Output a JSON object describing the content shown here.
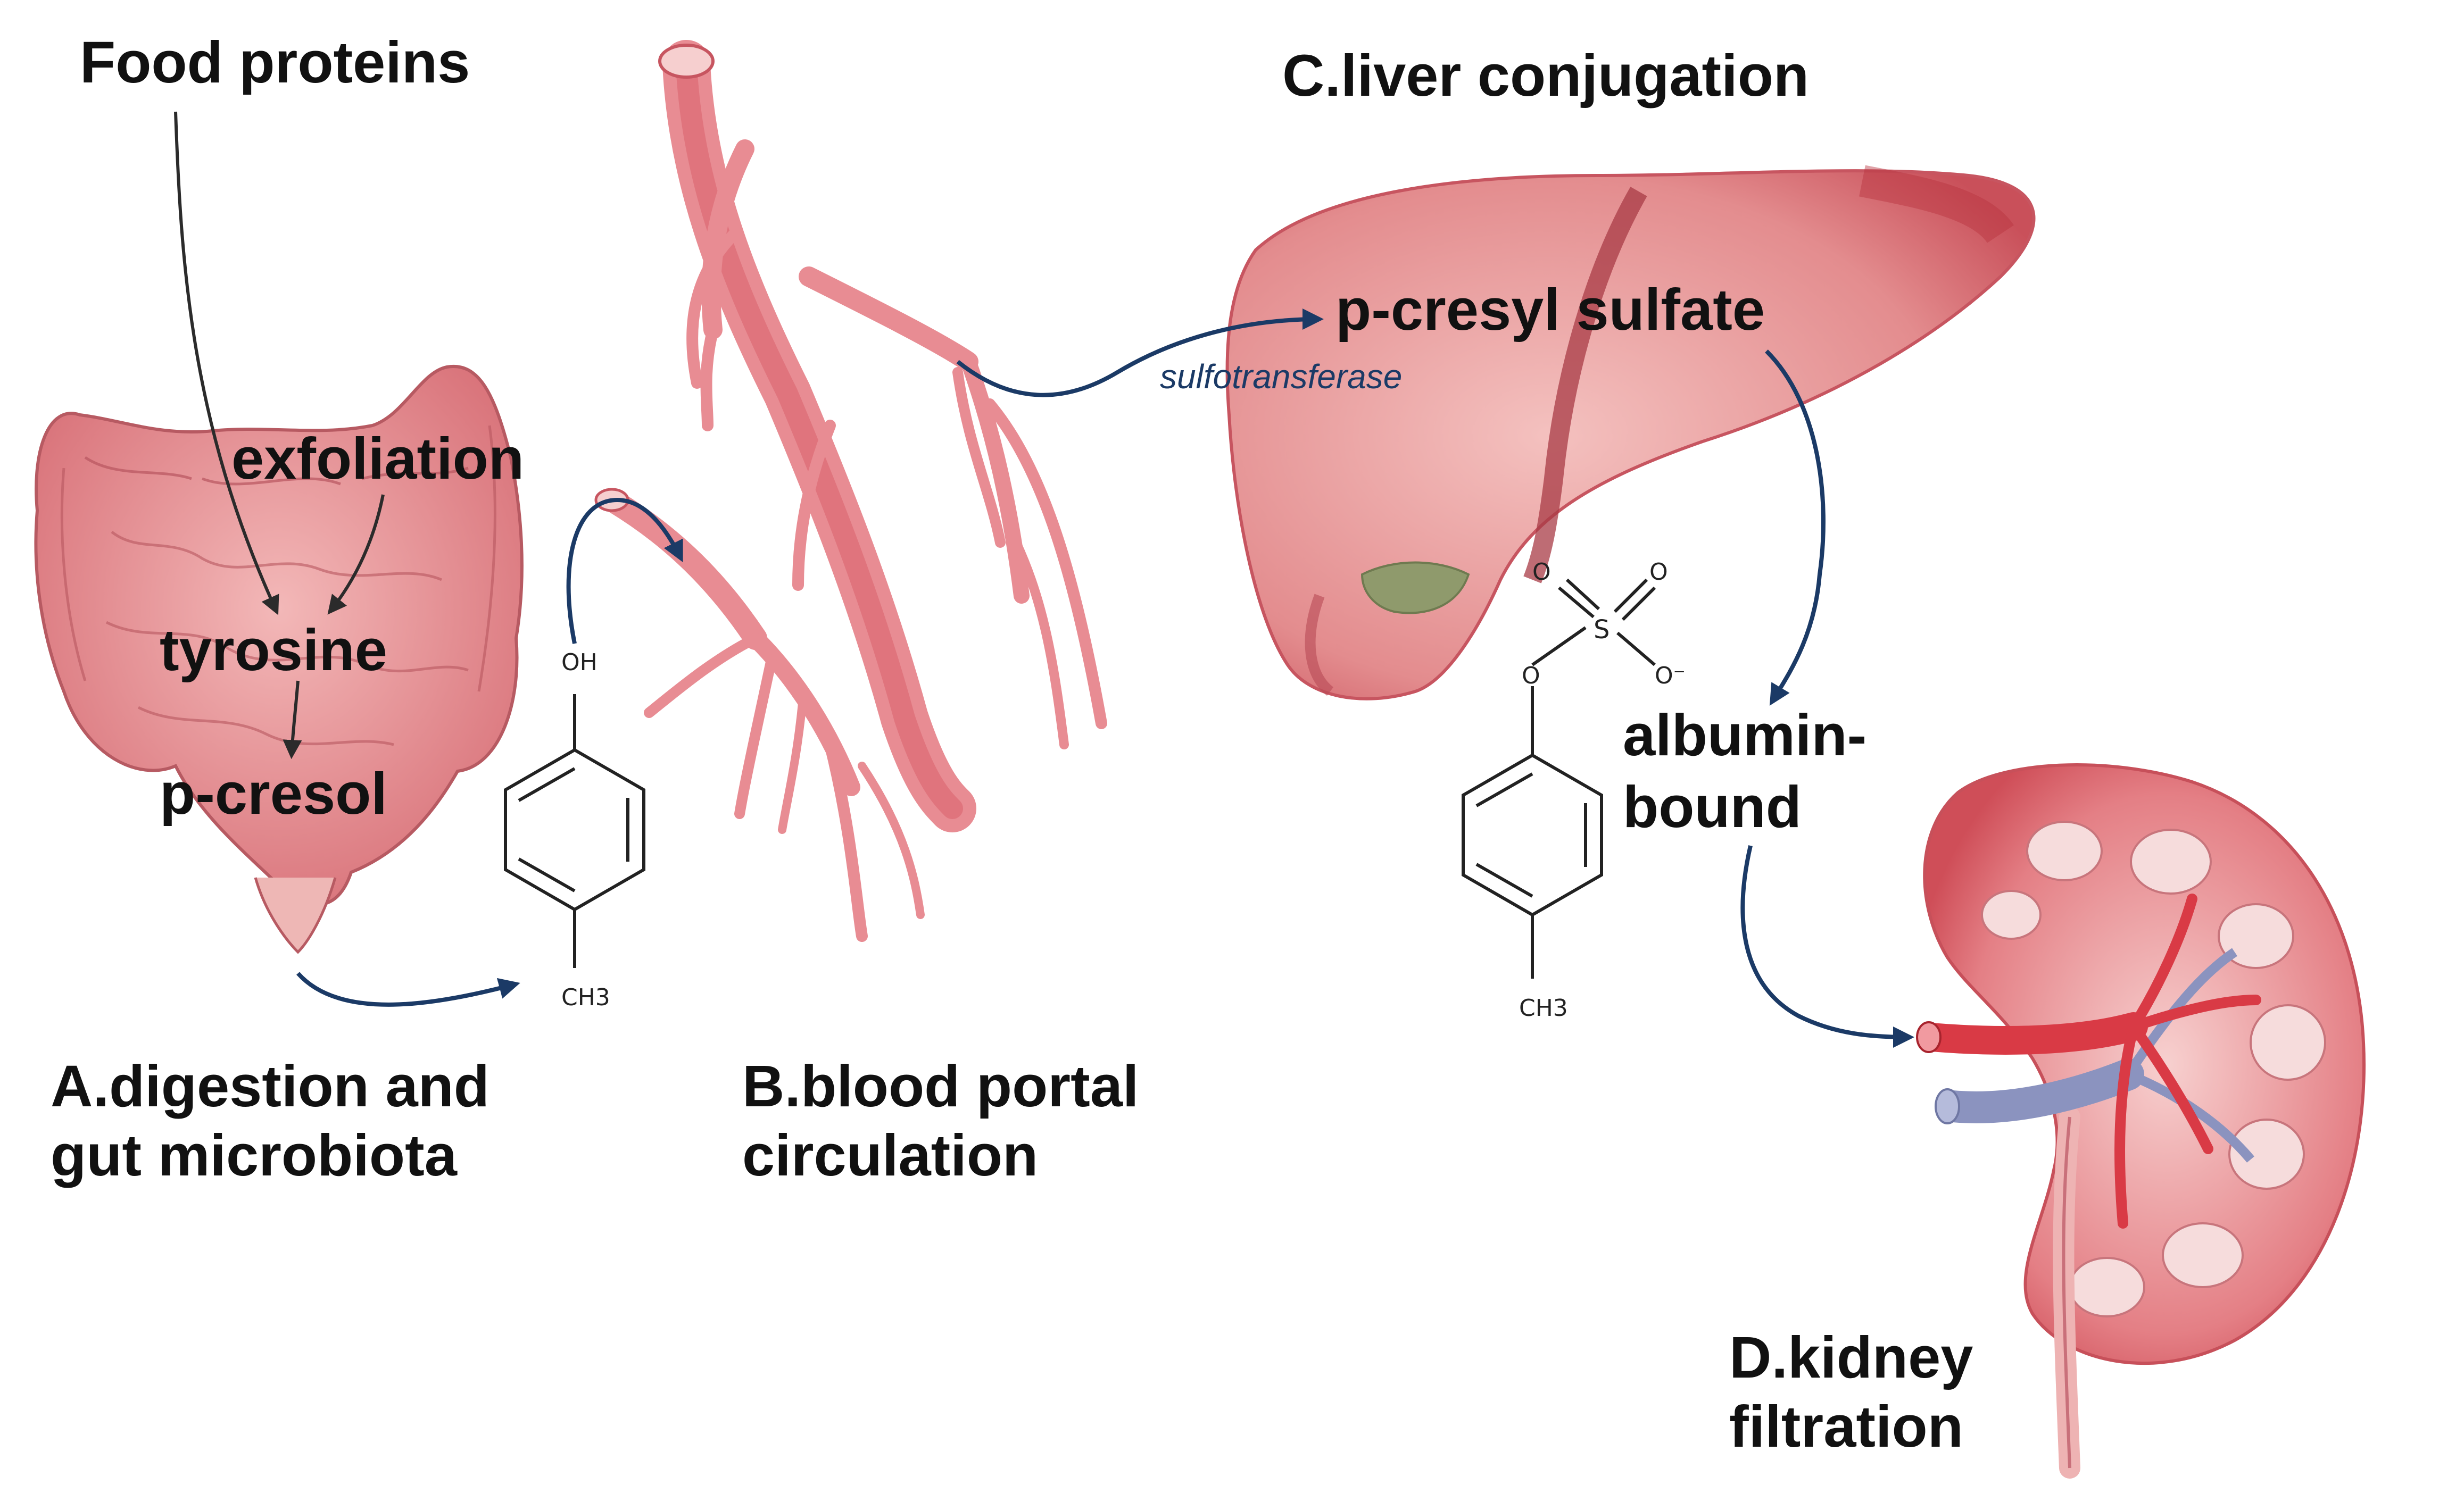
{
  "labels": {
    "food_proteins": "Food proteins",
    "exfoliation": "exfoliation",
    "tyrosine": "tyrosine",
    "p_cresol": "p-cresol",
    "digestion_line1": "A.digestion and",
    "digestion_line2": "gut microbiota",
    "blood_line1": "B.blood portal",
    "blood_line2": "circulation",
    "liver_title": "C.liver conjugation",
    "p_cresyl_sulfate": "p-cresyl sulfate",
    "enzyme": "sulfotransferase",
    "albumin_line1": "albumin-",
    "albumin_line2": "bound",
    "kidney_line1": "D.kidney",
    "kidney_line2": "filtration"
  },
  "molecule_pcresol": {
    "oh": "OH",
    "ch3": "CH3"
  },
  "molecule_pcs": {
    "o_top_left": "O",
    "o_top_right": "O",
    "s": "S",
    "o_ester": "O",
    "o_minus": "O⁻",
    "ch3": "CH3"
  },
  "colors": {
    "text": "#111111",
    "flow_arrow": "#1b3a66",
    "pathway_arrow": "#2b2b2b",
    "tissue_red": "#e58a8f",
    "tissue_dark": "#c5454f",
    "gallbladder": "#8f9a6c",
    "artery": "#d93a45",
    "vein": "#8b93bf"
  }
}
